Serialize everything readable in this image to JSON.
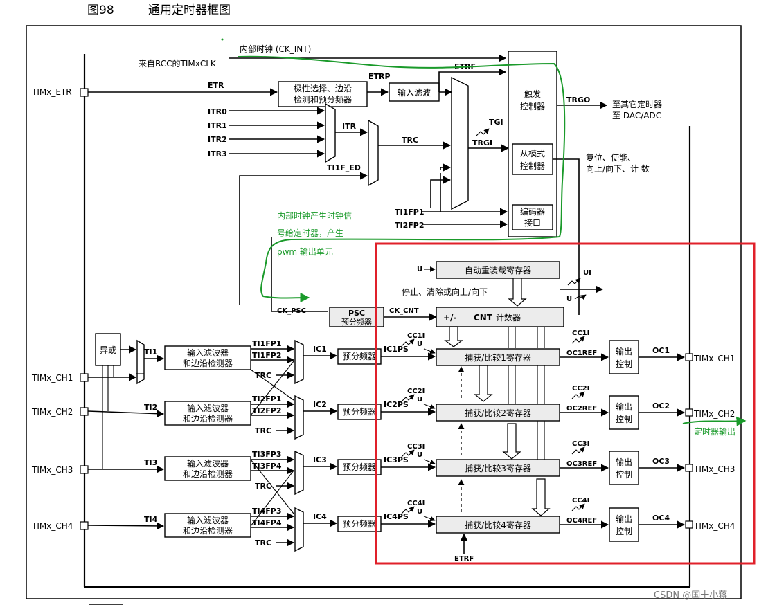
{
  "figure": {
    "number": "图98",
    "title": "通用定时器框图",
    "watermark": "CSDN @国十小蒋"
  },
  "top": {
    "clk_source": "来自RCC的TIMxCLK",
    "ck_int": "内部时钟 (CK_INT)",
    "etr_pin": "TIMx_ETR",
    "etr": "ETR",
    "etrp": "ETRP",
    "etrf": "ETRF",
    "polarity_box": [
      "极性选择、边沿",
      "检测和预分频器"
    ],
    "input_filter": "输入滤波",
    "itr": [
      "ITR0",
      "ITR1",
      "ITR2",
      "ITR3"
    ],
    "itr_out": "ITR",
    "trc": "TRC",
    "ti1f_ed": "TI1F_ED",
    "tgi": "TGI",
    "trgi": "TRGI",
    "ti1fp1": "TI1FP1",
    "ti2fp2": "TI2FP2",
    "trigger_ctrl": [
      "触发",
      "控制器"
    ],
    "trgo": "TRGO",
    "trgo_dest": [
      "至其它定时器",
      "至 DAC/ADC"
    ],
    "slave_ctrl": [
      "从模式",
      "控制器"
    ],
    "slave_note": [
      "复位、使能、",
      "向上/向下、计 数"
    ],
    "encoder": [
      "编码器",
      "接口"
    ]
  },
  "middle": {
    "ck_psc": "CK_PSC",
    "psc": "PSC",
    "psc_sub": "预分频器",
    "ck_cnt": "CK_CNT",
    "arr": "自动重装载寄存器",
    "stop_note": "停止、清除或向上/向下",
    "ui": "UI",
    "u": "U",
    "cnt_pm": "+/-",
    "cnt": "CNT",
    "cnt_sub": "计数器"
  },
  "channels": [
    {
      "pin": "TIMx_CH1",
      "ti": "TI1",
      "filter": [
        "输入滤波器",
        "和边沿检测器"
      ],
      "fp": [
        "TI1FP1",
        "TI1FP2"
      ],
      "trc": "TRC",
      "ic": "IC1",
      "psc": "预分频器",
      "icps": "IC1PS",
      "cci": "CC1I",
      "reg": "捕获/比较1寄存器",
      "ref": "OC1REF",
      "out": [
        "输出",
        "控制"
      ],
      "oc": "OC1",
      "opin": "TIMx_CH1"
    },
    {
      "pin": "TIMx_CH2",
      "ti": "TI2",
      "filter": [
        "输入滤波器",
        "和边沿检测器"
      ],
      "fp": [
        "TI2FP1",
        "TI2FP2"
      ],
      "trc": "TRC",
      "ic": "IC2",
      "psc": "预分频器",
      "icps": "IC2PS",
      "cci": "CC2I",
      "reg": "捕获/比较2寄存器",
      "ref": "OC2REF",
      "out": [
        "输出",
        "控制"
      ],
      "oc": "OC2",
      "opin": "TIMx_CH2"
    },
    {
      "pin": "TIMx_CH3",
      "ti": "TI3",
      "filter": [
        "输入滤波器",
        "和边沿检测器"
      ],
      "fp": [
        "TI3FP3",
        "TI3FP4"
      ],
      "trc": "TRC",
      "ic": "IC3",
      "psc": "预分频器",
      "icps": "IC3PS",
      "cci": "CC3I",
      "reg": "捕获/比较3寄存器",
      "ref": "OC3REF",
      "out": [
        "输出",
        "控制"
      ],
      "oc": "OC3",
      "opin": "TIMx_CH3"
    },
    {
      "pin": "TIMx_CH4",
      "ti": "TI4",
      "filter": [
        "输入滤波器",
        "和边沿检测器"
      ],
      "fp": [
        "TI4FP3",
        "TI4FP4"
      ],
      "trc": "TRC",
      "ic": "IC4",
      "psc": "预分频器",
      "icps": "IC4PS",
      "cci": "CC4I",
      "reg": "捕获/比较4寄存器",
      "ref": "OC4REF",
      "out": [
        "输出",
        "控制"
      ],
      "oc": "OC4",
      "opin": "TIMx_CH4"
    }
  ],
  "xor": "异或",
  "etrf_bottom": "ETRF",
  "annotations": {
    "note_lines": [
      "内部时钟产生时钟信",
      "号给定时器，产生",
      "pwm 输出单元"
    ],
    "timer_output": "定时器输出"
  },
  "colors": {
    "annotation_green": "#1a9a2a",
    "highlight_red": "#e0202a",
    "line": "#000000"
  }
}
